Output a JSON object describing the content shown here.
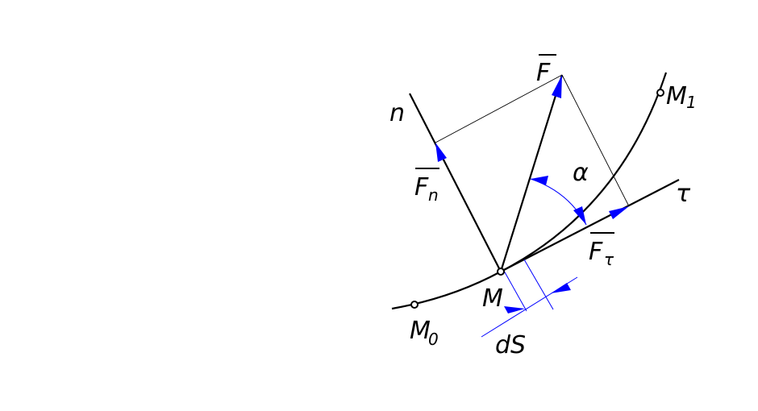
{
  "labels": {
    "force": "F",
    "normal_axis": "n",
    "normal_component": "F",
    "normal_component_sub": "n",
    "tangent_axis": "τ",
    "tangent_component": "F",
    "tangent_component_sub": "τ",
    "angle": "α",
    "point_m": "M",
    "point_m0": "M",
    "point_m0_sub": "0",
    "point_m1": "M",
    "point_m1_sub": "1",
    "arc_element": "dS"
  },
  "colors": {
    "line": "#000000",
    "accent": "#0000ff",
    "background": "#ffffff"
  }
}
